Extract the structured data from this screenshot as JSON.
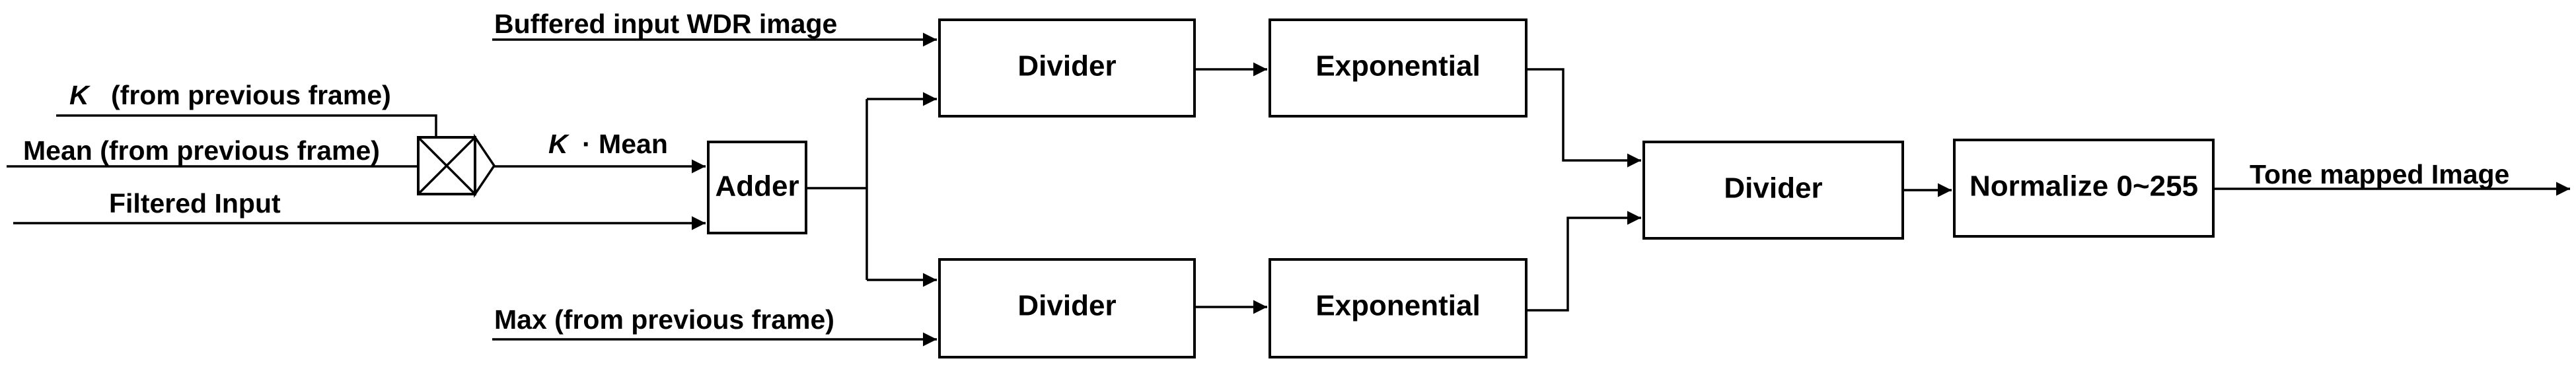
{
  "colors": {
    "stroke": "#000000",
    "background": "#ffffff"
  },
  "inputs": {
    "buffered": "Buffered input WDR image",
    "k_var": "K",
    "k_rest": "(from previous frame)",
    "mean": "Mean (from previous frame)",
    "filtered": "Filtered Input",
    "max": "Max (from previous frame)"
  },
  "signals": {
    "k_var": "K",
    "k_rest": "· Mean",
    "output": "Tone mapped Image"
  },
  "blocks": {
    "adder": "Adder",
    "divider_top": "Divider",
    "divider_bottom": "Divider",
    "exp_top": "Exponential",
    "exp_bottom": "Exponential",
    "divider_final": "Divider",
    "normalize": "Normalize 0~255"
  },
  "icons": {
    "multiplier": "multiplier-icon"
  }
}
